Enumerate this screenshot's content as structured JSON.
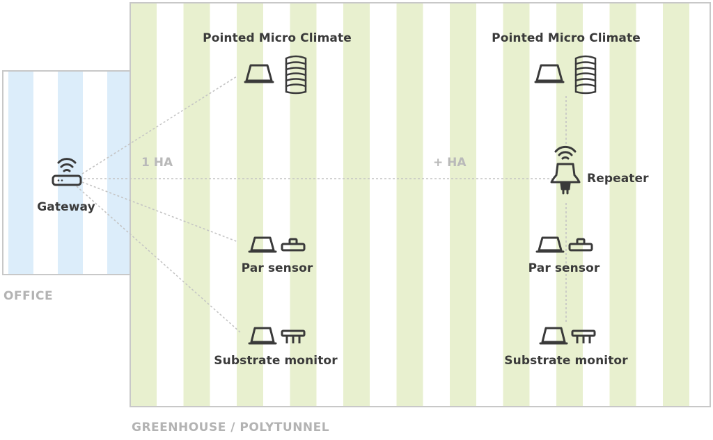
{
  "areas": {
    "greenhouse": "GREENHOUSE / POLYTUNNEL",
    "office": "OFFICE"
  },
  "zones": {
    "left": "1 HA",
    "right": "+ HA"
  },
  "devices": {
    "gateway": {
      "label": "Gateway",
      "icon": "router-icon"
    },
    "repeater": {
      "label": "Repeater",
      "icon": "repeater-icon"
    },
    "micro_climate_left": {
      "label": "Pointed Micro Climate",
      "icon": "micro-climate-icon"
    },
    "micro_climate_right": {
      "label": "Pointed Micro Climate",
      "icon": "micro-climate-icon"
    },
    "par_left": {
      "label": "Par sensor",
      "icon": "par-sensor-icon"
    },
    "par_right": {
      "label": "Par sensor",
      "icon": "par-sensor-icon"
    },
    "substrate_left": {
      "label": "Substrate monitor",
      "icon": "substrate-probe-icon"
    },
    "substrate_right": {
      "label": "Substrate monitor",
      "icon": "substrate-probe-icon"
    }
  },
  "colors": {
    "greenhouse_stripe": "#e8f0cf",
    "office_stripe": "#dcedfa",
    "border": "#c8c8c8",
    "link": "#c4c4c4",
    "icon": "#3a3a3a"
  }
}
